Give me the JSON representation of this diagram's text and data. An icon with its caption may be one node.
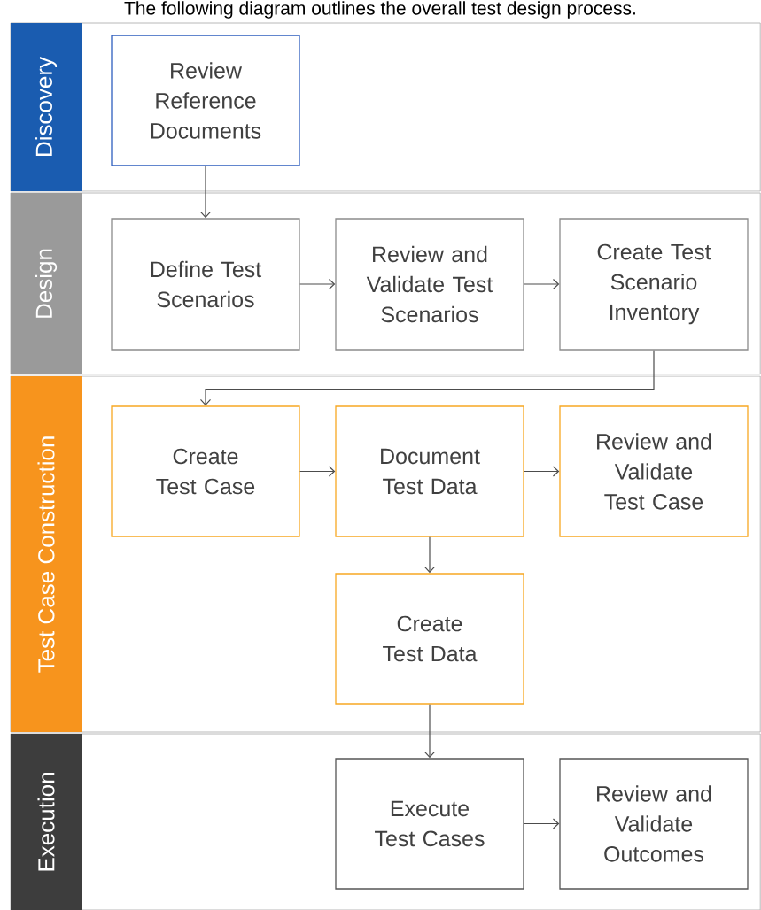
{
  "diagram": {
    "title": "The following diagram outlines the overall test design process.",
    "nodes": [
      {
        "text": [
          "Discovery"
        ]
      },
      {
        "text": [
          "Review Reference Documents"
        ],
        "in": 0
      },
      {
        "text": [
          "Design"
        ]
      },
      {
        "text": [
          "Define Test Scenarios"
        ],
        "in": 2
      },
      {
        "text": [
          "Review and Validate Test Scenarios"
        ],
        "in": 2
      },
      {
        "text": [
          "Create Test Scenario Inventory"
        ],
        "in": 2
      },
      {
        "text": [
          "Test Case Construction"
        ]
      },
      {
        "text": [
          "Create Test Case"
        ],
        "in": 6
      },
      {
        "text": [
          "Document Test Data"
        ],
        "in": 6
      },
      {
        "text": [
          "Review and Validate Test Case"
        ],
        "in": 6
      },
      {
        "text": [
          "Create Test Data"
        ],
        "in": 6
      },
      {
        "text": [
          "Execution"
        ]
      },
      {
        "text": [
          "Execute Test Cases"
        ],
        "in": 11
      },
      {
        "text": [
          "Review and Validate Outcomes"
        ],
        "in": 11
      }
    ],
    "edges": [
      {
        "from": 1,
        "to": 3,
        "arrow": "to"
      },
      {
        "from": 3,
        "to": 4,
        "arrow": "to"
      },
      {
        "from": 4,
        "to": 5,
        "arrow": "to"
      },
      {
        "from": 5,
        "to": 7,
        "arrow": "to"
      },
      {
        "from": 7,
        "to": 8,
        "arrow": "to"
      },
      {
        "from": 8,
        "to": 9,
        "arrow": "to"
      },
      {
        "from": 8,
        "to": 10,
        "arrow": "to"
      },
      {
        "from": 10,
        "to": 12,
        "arrow": "to"
      },
      {
        "from": 12,
        "to": 13,
        "arrow": "to"
      }
    ]
  }
}
